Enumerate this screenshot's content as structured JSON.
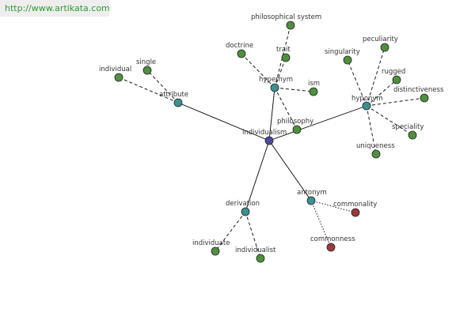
{
  "watermark": "http://www.artikata.com",
  "colors": {
    "center": "#4b4b9a",
    "relation": "#3f8f8f",
    "word": "#4f8f3f",
    "antonym_word": "#9a3a3a"
  },
  "graph": {
    "nodes": [
      {
        "id": "individualism",
        "label": "individualism",
        "kind": "center"
      },
      {
        "id": "attribute",
        "label": "attribute",
        "kind": "relation"
      },
      {
        "id": "hypernym",
        "label": "hypernym",
        "kind": "relation"
      },
      {
        "id": "hyponym",
        "label": "hyponym",
        "kind": "relation"
      },
      {
        "id": "derivation",
        "label": "derivation",
        "kind": "relation"
      },
      {
        "id": "antonym",
        "label": "antonym",
        "kind": "relation"
      },
      {
        "id": "individual",
        "label": "individual",
        "kind": "word"
      },
      {
        "id": "single",
        "label": "single",
        "kind": "word"
      },
      {
        "id": "philosophical-system",
        "label": "philosophical system",
        "kind": "word"
      },
      {
        "id": "doctrine",
        "label": "doctrine",
        "kind": "word"
      },
      {
        "id": "trait",
        "label": "trait",
        "kind": "word"
      },
      {
        "id": "ism",
        "label": "ism",
        "kind": "word"
      },
      {
        "id": "philosophy",
        "label": "philosophy",
        "kind": "word"
      },
      {
        "id": "singularity",
        "label": "singularity",
        "kind": "word"
      },
      {
        "id": "peculiarity",
        "label": "peculiarity",
        "kind": "word"
      },
      {
        "id": "rugged",
        "label": "rugged",
        "kind": "word"
      },
      {
        "id": "distinctiveness",
        "label": "distinctiveness",
        "kind": "word"
      },
      {
        "id": "speciality",
        "label": "speciality",
        "kind": "word"
      },
      {
        "id": "uniqueness",
        "label": "uniqueness",
        "kind": "word"
      },
      {
        "id": "individuate",
        "label": "individuate",
        "kind": "word"
      },
      {
        "id": "individualist",
        "label": "individualist",
        "kind": "word"
      },
      {
        "id": "commonality",
        "label": "commonality",
        "kind": "antonym_word"
      },
      {
        "id": "commonness",
        "label": "commonness",
        "kind": "antonym_word"
      }
    ],
    "edges": [
      {
        "from": "individualism",
        "to": "attribute",
        "style": "solid"
      },
      {
        "from": "individualism",
        "to": "hypernym",
        "style": "solid"
      },
      {
        "from": "individualism",
        "to": "hyponym",
        "style": "solid"
      },
      {
        "from": "individualism",
        "to": "derivation",
        "style": "solid"
      },
      {
        "from": "individualism",
        "to": "antonym",
        "style": "solid"
      },
      {
        "from": "attribute",
        "to": "individual",
        "style": "dashed"
      },
      {
        "from": "attribute",
        "to": "single",
        "style": "dashed"
      },
      {
        "from": "hypernym",
        "to": "philosophical-system",
        "style": "dashed"
      },
      {
        "from": "hypernym",
        "to": "doctrine",
        "style": "dashed"
      },
      {
        "from": "hypernym",
        "to": "trait",
        "style": "dashed"
      },
      {
        "from": "hypernym",
        "to": "ism",
        "style": "dashed"
      },
      {
        "from": "hypernym",
        "to": "philosophy",
        "style": "dashed"
      },
      {
        "from": "hyponym",
        "to": "singularity",
        "style": "dashed"
      },
      {
        "from": "hyponym",
        "to": "peculiarity",
        "style": "dashed"
      },
      {
        "from": "hyponym",
        "to": "rugged",
        "style": "dashed"
      },
      {
        "from": "hyponym",
        "to": "distinctiveness",
        "style": "dashed"
      },
      {
        "from": "hyponym",
        "to": "speciality",
        "style": "dashed"
      },
      {
        "from": "hyponym",
        "to": "uniqueness",
        "style": "dashed"
      },
      {
        "from": "derivation",
        "to": "individuate",
        "style": "dashed"
      },
      {
        "from": "derivation",
        "to": "individualist",
        "style": "dashed"
      },
      {
        "from": "antonym",
        "to": "commonality",
        "style": "dotted"
      },
      {
        "from": "antonym",
        "to": "commonness",
        "style": "dotted"
      }
    ]
  }
}
